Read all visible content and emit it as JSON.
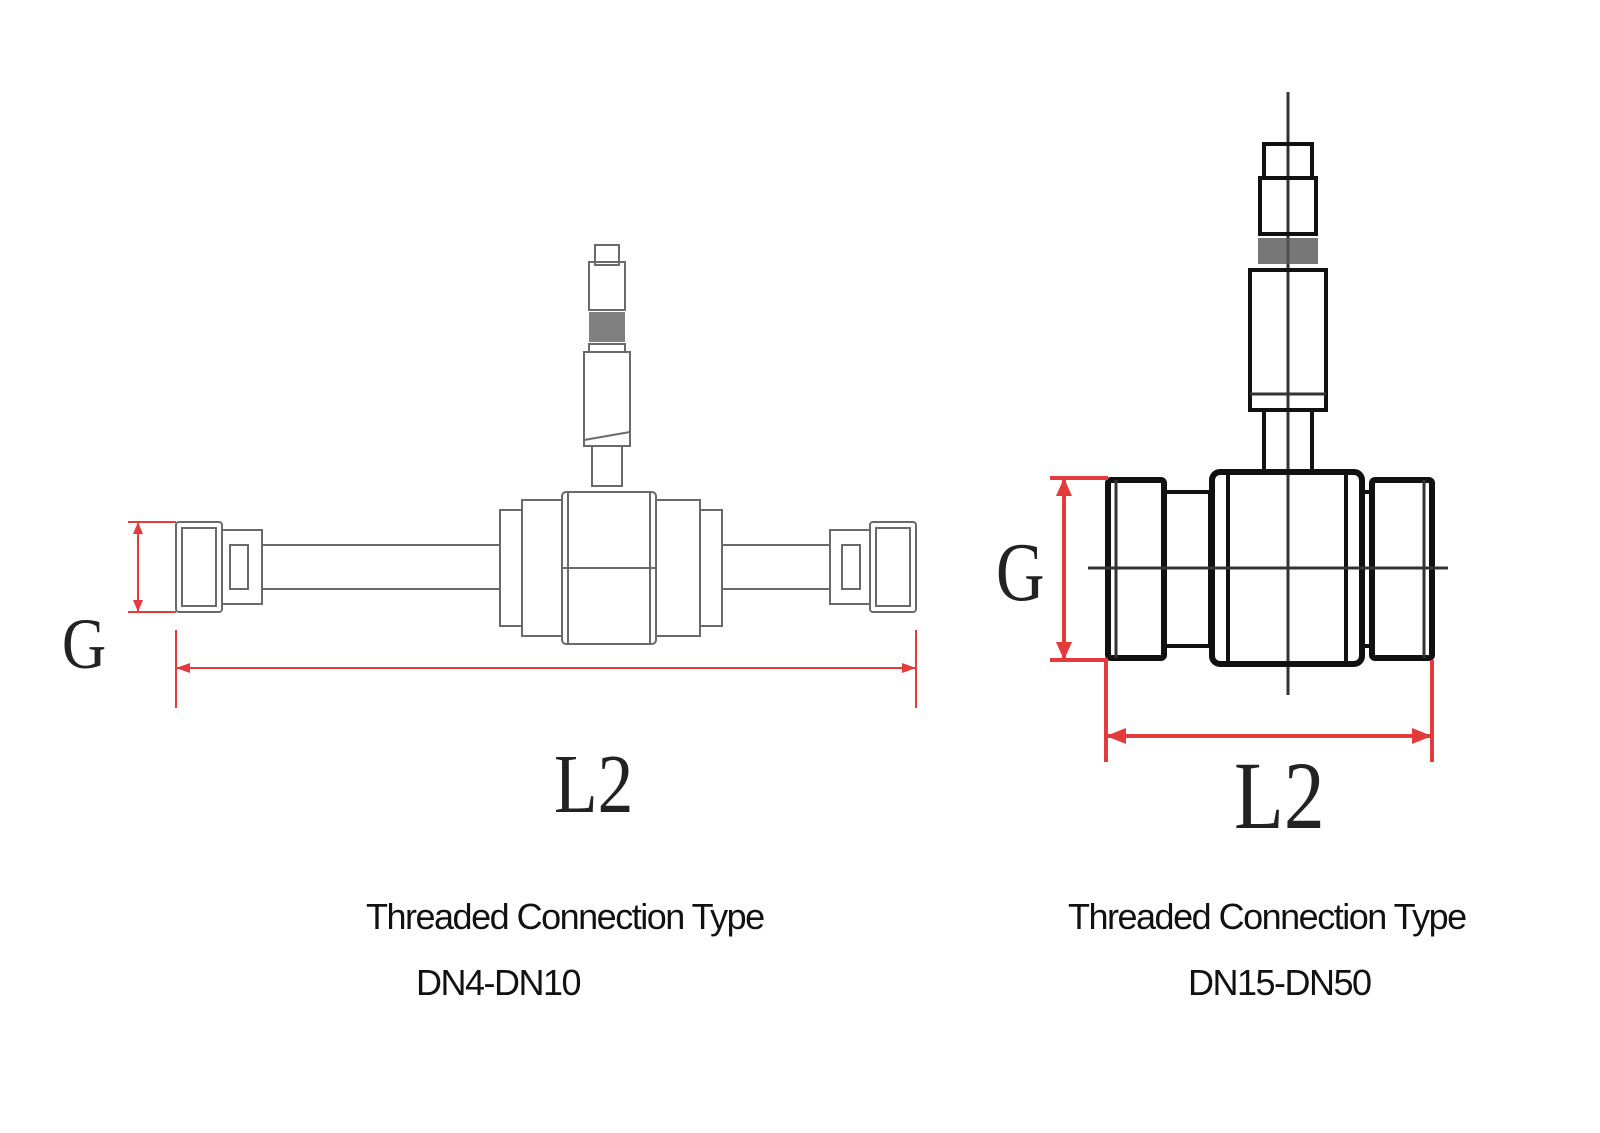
{
  "left_drawing": {
    "dimension_g": "G",
    "dimension_l2": "L2",
    "caption_title": "Threaded Connection Type",
    "caption_range": "DN4-DN10"
  },
  "right_drawing": {
    "dimension_g": "G",
    "dimension_l2": "L2",
    "caption_title": "Threaded Connection  Type",
    "caption_range": "DN15-DN50"
  },
  "colors": {
    "dimension_line": "#e33b3b",
    "outline": "#111111"
  }
}
